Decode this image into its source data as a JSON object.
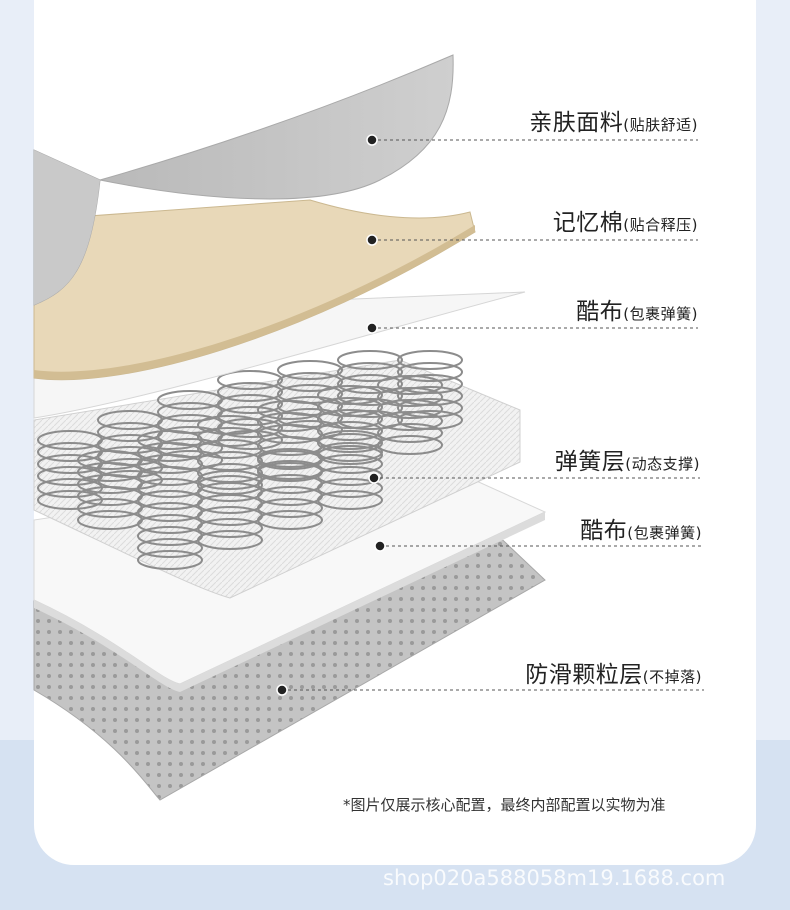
{
  "layers": [
    {
      "name": "亲肤面料",
      "note": "(贴肤舒适)"
    },
    {
      "name": "记忆棉",
      "note": "(贴合释压)"
    },
    {
      "name": "酷布",
      "note": "(包裹弹簧)"
    },
    {
      "name": "弹簧层",
      "note": "(动态支撑)"
    },
    {
      "name": "酷布",
      "note": "(包裹弹簧)"
    },
    {
      "name": "防滑颗粒层",
      "note": "(不掉落)"
    }
  ],
  "footnote": "*图片仅展示核心配置，最终内部配置以实物为准",
  "watermark": "shop020a588058m19.1688.com",
  "colors": {
    "fabric": "#b9b9b9",
    "memory_foam": "#e8d8b8",
    "cloth": "#f4f4f4",
    "spring": "#8c8c8c",
    "antislip": "#c2c2c2",
    "background": "#e8eef8"
  }
}
